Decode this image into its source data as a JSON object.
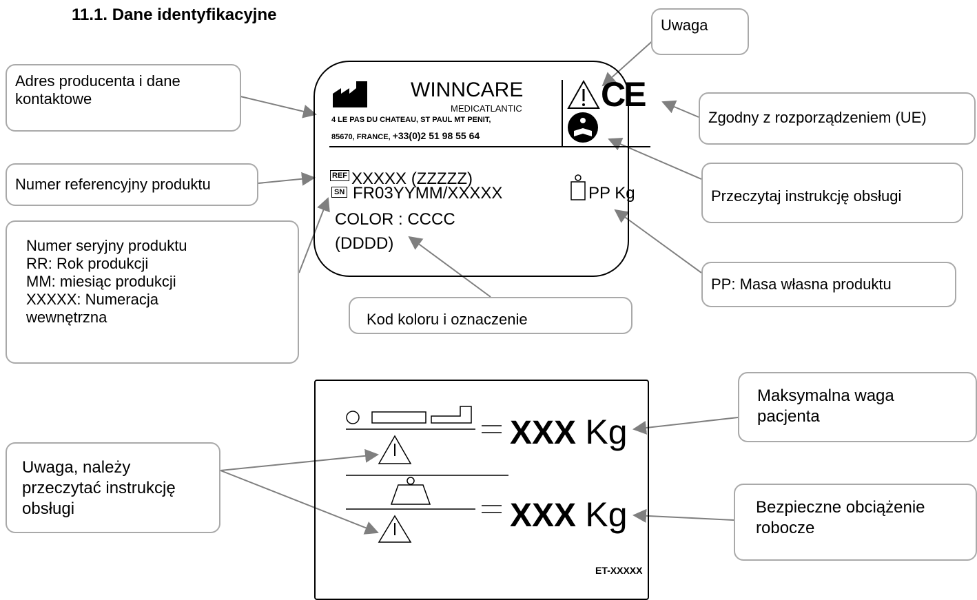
{
  "heading": "11.1. Dane identyfikacyjne",
  "label_top": {
    "brand": "WINNCARE",
    "brand_sub": "MEDICATLANTIC",
    "address_line1": "4 LE PAS DU CHATEAU, ST PAUL MT PENIT,",
    "address_line2_prefix": "85670, FRANCE,",
    "address_phone": "+33(0)2 51 98 55 64",
    "ref_icon": "REF",
    "ref_value": "XXXXX (ZZZZZ)",
    "sn_icon": "SN",
    "sn_value": "FR03YYMM/XXXXX",
    "color_line": "COLOR : CCCC",
    "color_code": "(DDDD)",
    "weight_value": "PP Kg",
    "ce_mark": "CE"
  },
  "label_bottom": {
    "max_value": "XXX",
    "max_unit": "Kg",
    "load_value": "XXX",
    "load_unit": "Kg",
    "et_code": "ET-XXXXX"
  },
  "callouts": {
    "uwaga": "Uwaga",
    "adres": "Adres producenta i dane kontaktowe",
    "zgodny": "Zgodny z rozporządzeniem (UE)",
    "numer_ref": "Numer referencyjny produktu",
    "przeczytaj": "Przeczytaj instrukcję obsługi",
    "seryjny": [
      "Numer seryjny produktu",
      "RR: Rok produkcji",
      "MM: miesiąc produkcji",
      "XXXXX: Numeracja wewnętrzna"
    ],
    "masa": "PP: Masa własna produktu",
    "kod_koloru": "Kod koloru i oznaczenie",
    "maks_waga": "Maksymalna waga pacjenta",
    "uwaga_instr": "Uwaga, należy przeczytać instrukcję obsługi",
    "bezpieczne": "Bezpieczne obciążenie robocze"
  },
  "icons": [
    "factory-icon",
    "warning-triangle-icon",
    "ce-mark-icon",
    "read-manual-icon",
    "weight-icon",
    "bed-icon"
  ]
}
